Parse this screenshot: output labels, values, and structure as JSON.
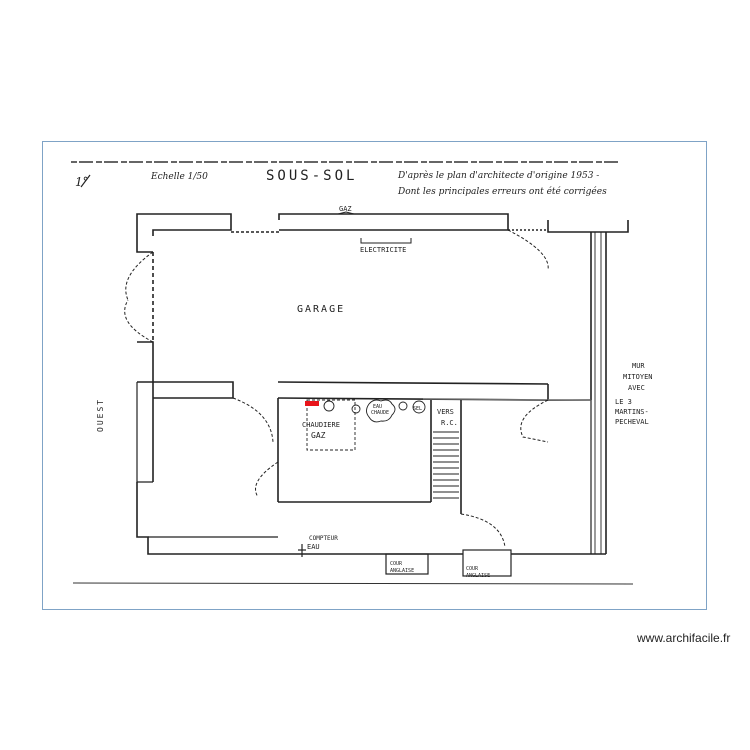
{
  "plan": {
    "scale": "Echelle 1/50",
    "corner_mark": "1°",
    "title": "SOUS-SOL",
    "note_line1": "D'après le plan d'architecte d'origine 1953 -",
    "note_line2": "Dont les principales erreurs ont été corrigées",
    "label_gaz": "GAZ",
    "label_electricite": "ELECTRICITE",
    "label_garage": "GARAGE",
    "label_ouest": "OUEST",
    "mur_mitoyen": [
      "MUR",
      "MITOYEN",
      "AVEC",
      "LE 3",
      "MARTINS-",
      "PECHEVAL"
    ],
    "chaudiere": [
      "CHAUDIERE",
      "GAZ"
    ],
    "eau_chaude": [
      "EAU",
      "CHAUDE"
    ],
    "sel": "SEL",
    "vers_rc": [
      "VERS",
      "R.C."
    ],
    "compteur_eau": [
      "COMPTEUR",
      "EAU"
    ],
    "cour_anglaise_1": [
      "COUR",
      "ANGLAISE"
    ],
    "cour_anglaise_2": [
      "COUR",
      "ANGLAISE"
    ]
  },
  "footer": {
    "site": "www.archifacile.fr"
  },
  "colors": {
    "frame_border": "#7fa3c6",
    "ink": "#222222",
    "marker": "#e8141a"
  }
}
